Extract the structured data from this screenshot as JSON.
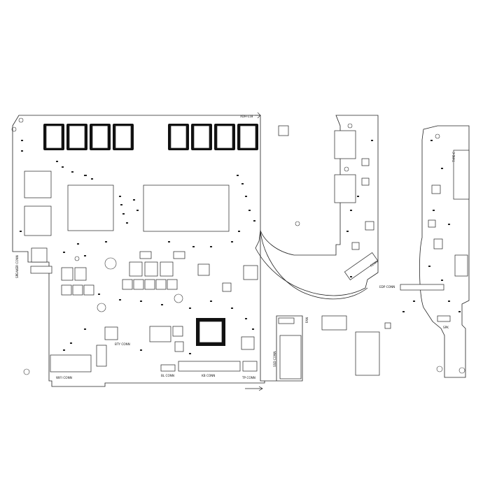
{
  "board": {
    "labels": {
      "bl_conn": "BL CONN",
      "kb_conn": "KB CONN",
      "tp_conn": "TP CONN",
      "bty_conn": "BTY CONN",
      "wifi_conn": "WIFI CONN",
      "ssd_conn": "SSD CONN",
      "fan": "FAN",
      "edp_conn": "EDP CONN",
      "spk": "SPK",
      "conn": "CONN",
      "type_c": "TYPE-C",
      "hinge_left": "SPEAKER CONN",
      "top_right_mark": "XDH-L18"
    }
  }
}
